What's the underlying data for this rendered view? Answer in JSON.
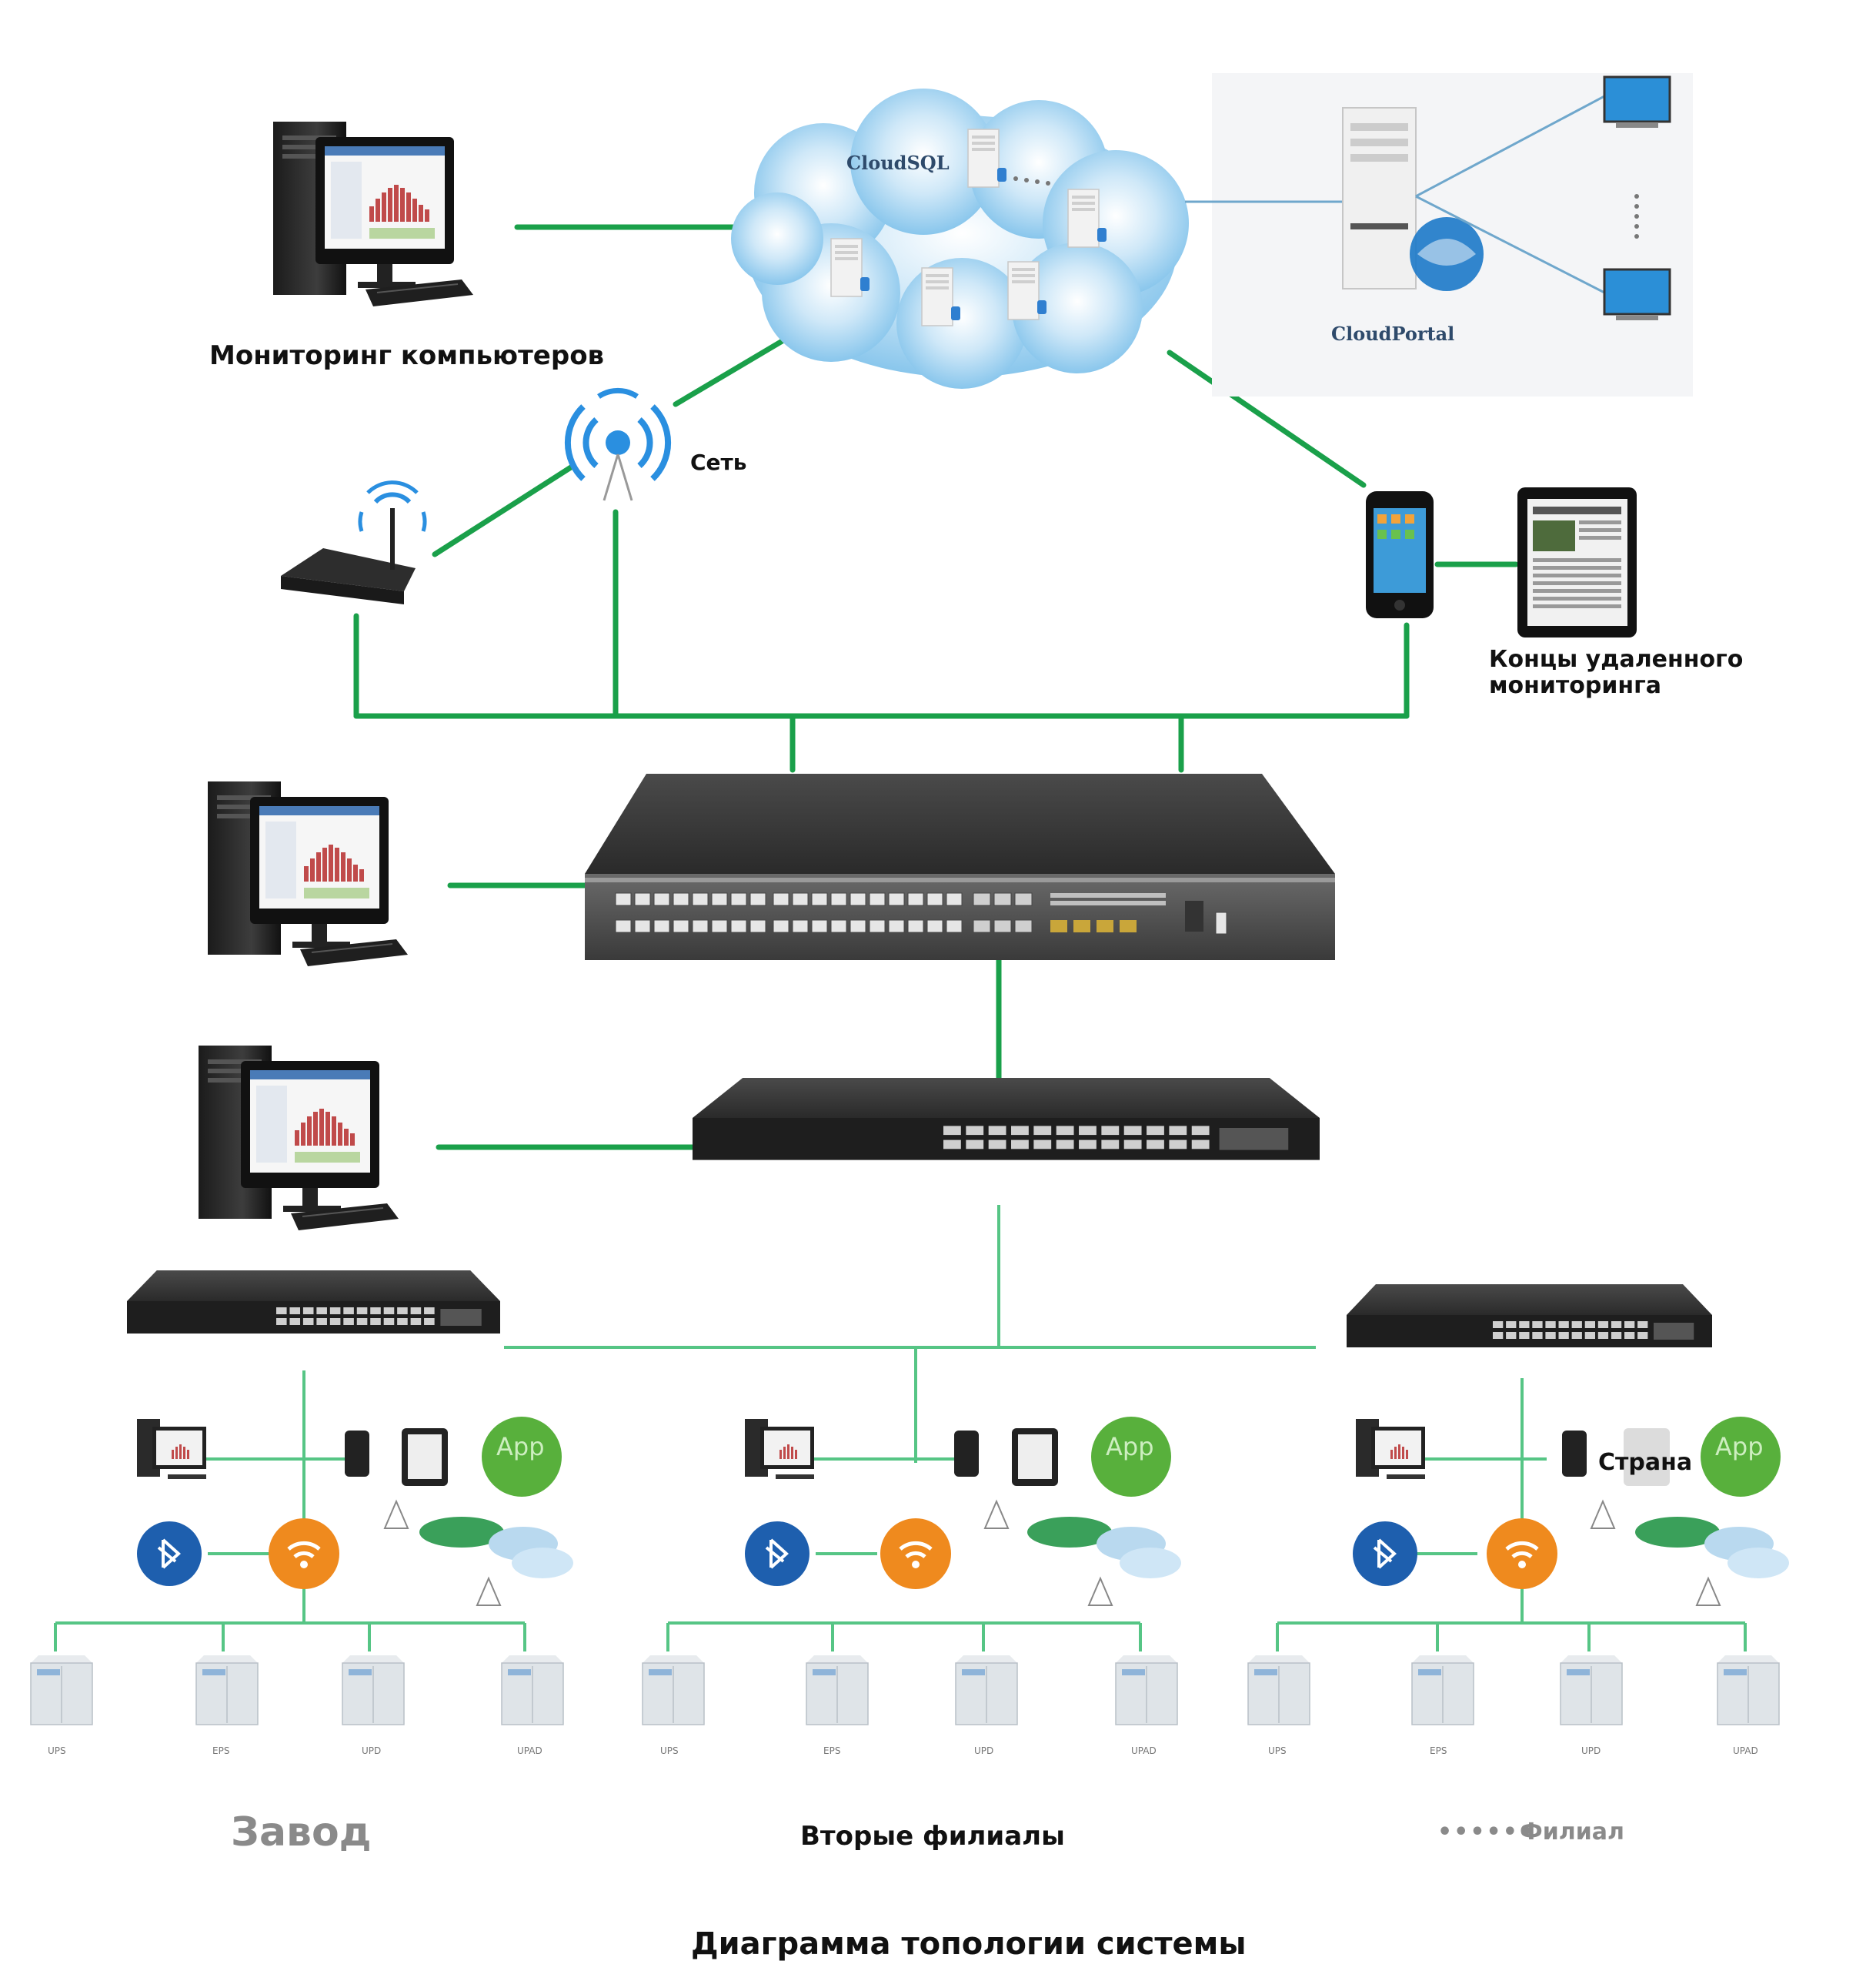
{
  "cloud": {
    "title": "CloudSQL"
  },
  "portal": {
    "title": "CloudPortal"
  },
  "labels": {
    "monitoring_pcs": "Мониторинг компьютеров",
    "network": "Сеть",
    "remote_ends_line1": "Концы удаленного",
    "remote_ends_line2": "мониторинга",
    "country": "Страна"
  },
  "branches": [
    {
      "name": "Завод"
    },
    {
      "name": "Вторые филиалы"
    },
    {
      "name": "Филиал"
    }
  ],
  "devices": [
    "UPS",
    "EPS",
    "UPD",
    "UPAD"
  ],
  "caption": "Диаграмма топологии системы"
}
